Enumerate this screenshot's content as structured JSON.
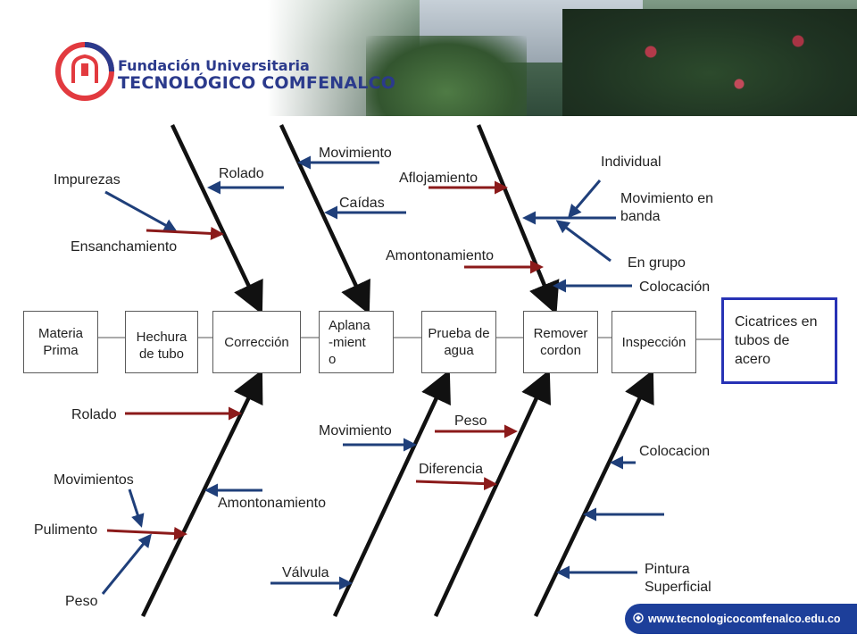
{
  "header": {
    "logo_line1": "Fundación Universitaria",
    "logo_line2": "TECNOLÓGICO COMFENALCO",
    "logo_icon": "university-logo-icon"
  },
  "colors": {
    "brand_blue": "#2b3a8c",
    "arrow_blue": "#1f3f7a",
    "arrow_red": "#8b1a1a",
    "effect_border": "#2732b5",
    "footer_bg": "#1d3f9a"
  },
  "process": {
    "boxes": [
      {
        "label": "Materia Prima"
      },
      {
        "label": "Hechura de tubo"
      },
      {
        "label": "Corrección"
      },
      {
        "label": "Aplana-miento"
      },
      {
        "label": "Prueba de agua"
      },
      {
        "label": "Remover cordon"
      },
      {
        "label": "Inspección"
      }
    ],
    "effect": "Cicatrices en tubos de acero"
  },
  "causes": {
    "impurezas": "Impurezas",
    "ensanchamiento": "Ensanchamiento",
    "rolado_top": "Rolado",
    "movimiento_top": "Movimiento",
    "caidas": "Caídas",
    "aflojamiento": "Aflojamiento",
    "amontonamiento_top": "Amontonamiento",
    "individual": "Individual",
    "movimiento_banda": "Movimiento en banda",
    "en_grupo": "En grupo",
    "colocacion_top": "Colocación",
    "rolado_bottom": "Rolado",
    "movimientos": "Movimientos",
    "pulimento": "Pulimento",
    "peso_bottom": "Peso",
    "amontonamiento_bottom": "Amontonamiento",
    "movimiento_bottom": "Movimiento",
    "valvula": "Válvula",
    "peso_mid": "Peso",
    "diferencia": "Diferencia",
    "colocacion_bottom": "Colocacion",
    "pintura": "Pintura Superficial"
  },
  "footer": {
    "url": "www.tecnologicocomfenalco.edu.co",
    "icon": "web-icon"
  }
}
